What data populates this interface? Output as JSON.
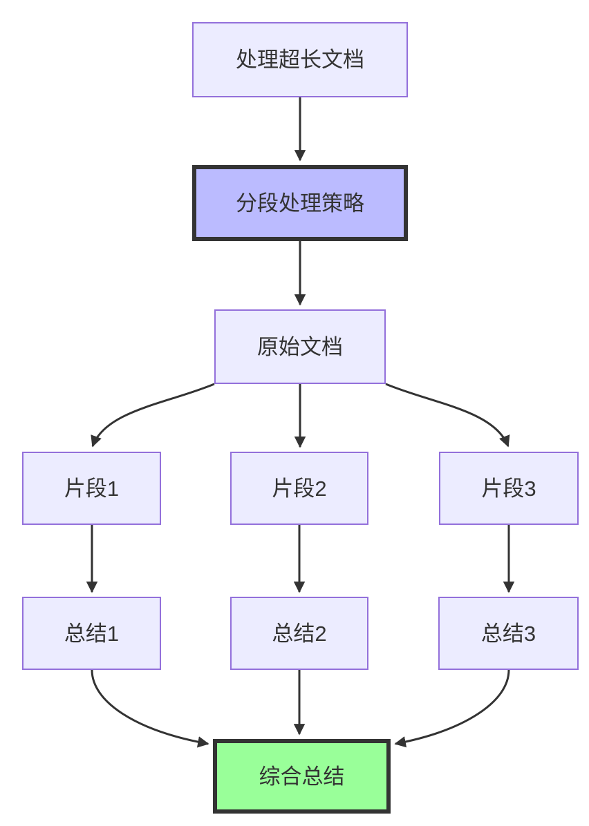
{
  "diagram": {
    "type": "flowchart",
    "direction": "top-down",
    "nodes": {
      "doc": {
        "label": "处理超长文档"
      },
      "strategy": {
        "label": "分段处理策略"
      },
      "original": {
        "label": "原始文档"
      },
      "seg1": {
        "label": "片段1"
      },
      "seg2": {
        "label": "片段2"
      },
      "seg3": {
        "label": "片段3"
      },
      "sum1": {
        "label": "总结1"
      },
      "sum2": {
        "label": "总结2"
      },
      "sum3": {
        "label": "总结3"
      },
      "final": {
        "label": "综合总结"
      }
    },
    "edges": [
      {
        "from": "doc",
        "to": "strategy"
      },
      {
        "from": "strategy",
        "to": "original"
      },
      {
        "from": "original",
        "to": "seg1"
      },
      {
        "from": "original",
        "to": "seg2"
      },
      {
        "from": "original",
        "to": "seg3"
      },
      {
        "from": "seg1",
        "to": "sum1"
      },
      {
        "from": "seg2",
        "to": "sum2"
      },
      {
        "from": "seg3",
        "to": "sum3"
      },
      {
        "from": "sum1",
        "to": "final"
      },
      {
        "from": "sum2",
        "to": "final"
      },
      {
        "from": "sum3",
        "to": "final"
      }
    ],
    "colors": {
      "background": "#FFFFFF",
      "node_fill": "#ECECFF",
      "node_border": "#9370DB",
      "strategy_fill": "#BBBBFF",
      "strategy_border": "#333333",
      "final_fill": "#99FF99",
      "final_border": "#333333",
      "edge": "#333333",
      "text": "#333333"
    }
  }
}
